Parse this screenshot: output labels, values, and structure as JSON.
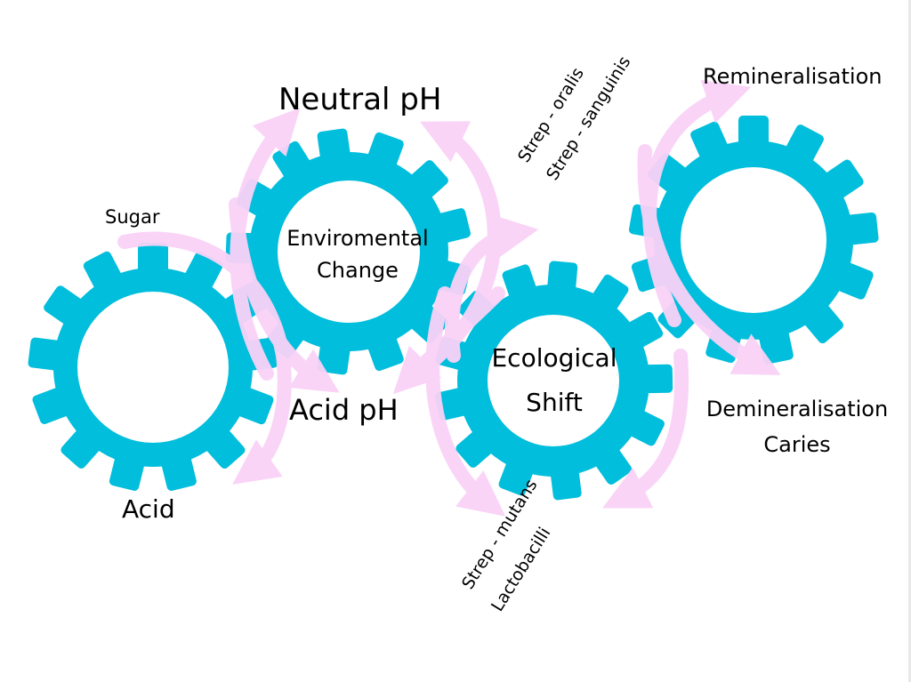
{
  "colors": {
    "gear": "#00BEDC",
    "arrow": "#F9D2F7",
    "text": "#000000",
    "background": "#FFFFFF"
  },
  "gears": [
    {
      "id": "gear-acid",
      "label_lines": []
    },
    {
      "id": "gear-environmental-change",
      "label_lines": [
        "Enviromental",
        "Change"
      ]
    },
    {
      "id": "gear-ecological-shift",
      "label_lines": [
        "Ecological",
        "Shift"
      ]
    },
    {
      "id": "gear-remineralisation",
      "label_lines": []
    }
  ],
  "labels": {
    "sugar": "Sugar",
    "acid": "Acid",
    "neutral_ph": "Neutral pH",
    "acid_ph": "Acid pH",
    "env_line1": "Enviromental",
    "env_line2": "Change",
    "eco_line1": "Ecological",
    "eco_line2": "Shift",
    "strep_oralis": "Strep - oralis",
    "strep_sanguinis": "Strep - sanguinis",
    "strep_mutans": "Strep - mutans",
    "lactobacilli": "Lactobacilli",
    "remineralisation": "Remineralisation",
    "demineralisation": "Demineralisation",
    "caries": "Caries"
  }
}
